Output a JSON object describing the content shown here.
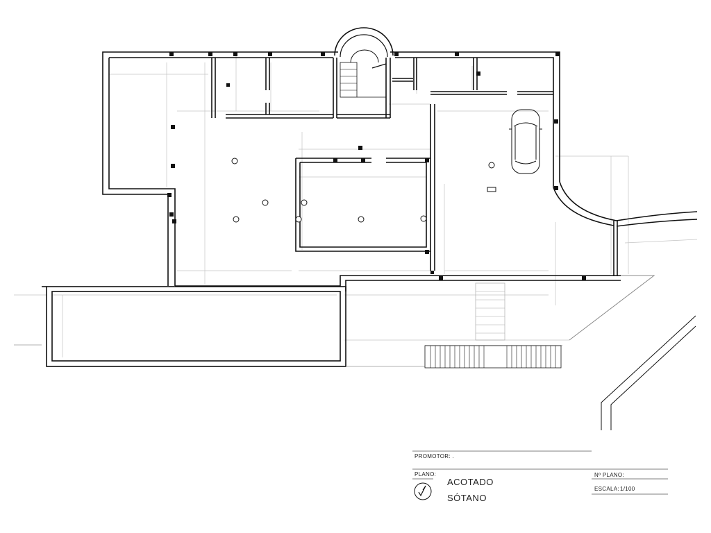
{
  "title_block": {
    "promotor_label": "PROMOTOR: .",
    "plano_label": "PLANO:",
    "plan_title_line1": "ACOTADO",
    "plan_title_line2": "SÓTANO",
    "plan_number_label": "Nº PLANO:",
    "scale_label": "ESCALA:",
    "scale_value": "1/100"
  },
  "icons": {
    "north_arrow": "north-arrow-icon",
    "car": "car-icon",
    "spiral_stair": "spiral-stair-icon"
  },
  "colors": {
    "wall": "#111111",
    "dimension_line": "#bbbbbb",
    "background": "#ffffff"
  }
}
